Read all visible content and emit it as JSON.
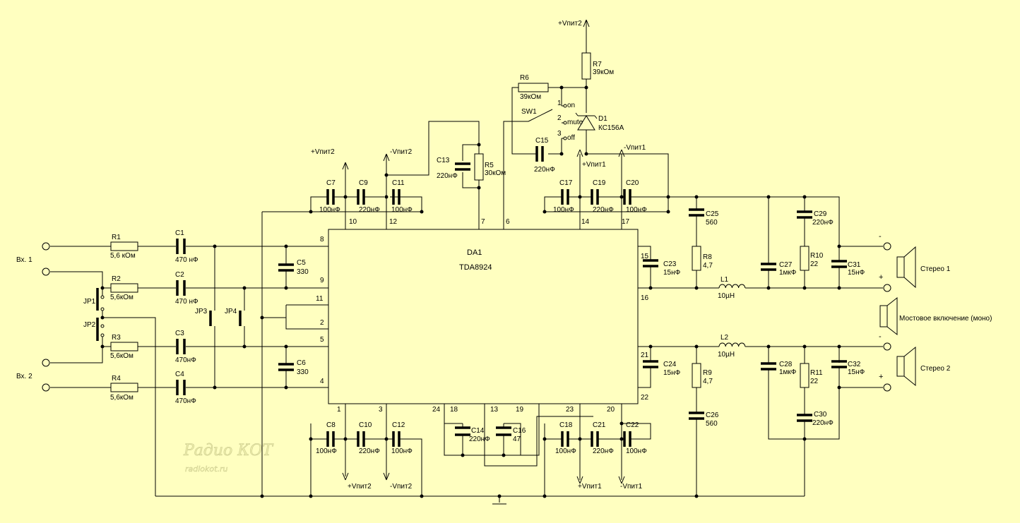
{
  "ic": {
    "ref": "DA1",
    "part": "TDA8924",
    "pins": {
      "p1": "1",
      "p2": "2",
      "p3": "3",
      "p4": "4",
      "p5": "5",
      "p6": "6",
      "p7": "7",
      "p8": "8",
      "p9": "9",
      "p10": "10",
      "p11": "11",
      "p12": "12",
      "p13": "13",
      "p14": "14",
      "p15": "15",
      "p16": "16",
      "p17": "17",
      "p18": "18",
      "p19": "19",
      "p20": "20",
      "p21": "21",
      "p22": "22",
      "p23": "23",
      "p24": "24"
    }
  },
  "inputs": {
    "in1": "Вх. 1",
    "in2": "Вх. 2"
  },
  "jumpers": {
    "jp1": "JP1",
    "jp2": "JP2",
    "jp3": "JP3",
    "jp4": "JP4"
  },
  "resistors": {
    "r1": {
      "ref": "R1",
      "value": "5,6 кОм"
    },
    "r2": {
      "ref": "R2",
      "value": "5,6кОм"
    },
    "r3": {
      "ref": "R3",
      "value": "5,6кОм"
    },
    "r4": {
      "ref": "R4",
      "value": "5,6кОм"
    },
    "r5": {
      "ref": "R5",
      "value": "30кОм"
    },
    "r6": {
      "ref": "R6",
      "value": "39кОм"
    },
    "r7": {
      "ref": "R7",
      "value": "39кОм"
    },
    "r8": {
      "ref": "R8",
      "value": "4,7"
    },
    "r9": {
      "ref": "R9",
      "value": "4,7"
    },
    "r10": {
      "ref": "R10",
      "value": "22"
    },
    "r11": {
      "ref": "R11",
      "value": "22"
    }
  },
  "capacitors": {
    "c1": {
      "ref": "C1",
      "value": "470 нФ"
    },
    "c2": {
      "ref": "C2",
      "value": "470 нФ"
    },
    "c3": {
      "ref": "C3",
      "value": "470нФ"
    },
    "c4": {
      "ref": "C4",
      "value": "470нФ"
    },
    "c5": {
      "ref": "C5",
      "value": "330"
    },
    "c6": {
      "ref": "C6",
      "value": "330"
    },
    "c7": {
      "ref": "C7",
      "value": "100нФ"
    },
    "c8": {
      "ref": "C8",
      "value": "100нФ"
    },
    "c9": {
      "ref": "C9",
      "value": "220нФ"
    },
    "c10": {
      "ref": "C10",
      "value": "220нФ"
    },
    "c11": {
      "ref": "C11",
      "value": "100нФ"
    },
    "c12": {
      "ref": "C12",
      "value": "100нФ"
    },
    "c13": {
      "ref": "C13",
      "value": "220нФ"
    },
    "c14": {
      "ref": "C14",
      "value": "220нФ"
    },
    "c15": {
      "ref": "C15",
      "value": "220нФ"
    },
    "c16": {
      "ref": "C16",
      "value": "47"
    },
    "c17": {
      "ref": "C17",
      "value": "100нФ"
    },
    "c18": {
      "ref": "C18",
      "value": "100нФ"
    },
    "c19": {
      "ref": "C19",
      "value": "220нФ"
    },
    "c20": {
      "ref": "C20",
      "value": "100нФ"
    },
    "c21": {
      "ref": "C21",
      "value": "220нФ"
    },
    "c22": {
      "ref": "C22",
      "value": "100нФ"
    },
    "c23": {
      "ref": "C23",
      "value": "15нФ"
    },
    "c24": {
      "ref": "C24",
      "value": "15нФ"
    },
    "c25": {
      "ref": "C25",
      "value": "560"
    },
    "c26": {
      "ref": "C26",
      "value": "560"
    },
    "c27": {
      "ref": "C27",
      "value": "1мкФ"
    },
    "c28": {
      "ref": "C28",
      "value": "1мкФ"
    },
    "c29": {
      "ref": "C29",
      "value": "220нФ"
    },
    "c30": {
      "ref": "C30",
      "value": "220нФ"
    },
    "c31": {
      "ref": "C31",
      "value": "15нФ"
    },
    "c32": {
      "ref": "C32",
      "value": "15нФ"
    }
  },
  "inductors": {
    "l1": {
      "ref": "L1",
      "value": "10µН"
    },
    "l2": {
      "ref": "L2",
      "value": "10µН"
    }
  },
  "diode": {
    "ref": "D1",
    "value": "КС156А"
  },
  "switch": {
    "ref": "SW1",
    "pos1": "1",
    "pos2": "2",
    "pos3": "3",
    "on": "on",
    "mute": "mute",
    "off": "off"
  },
  "rails": {
    "vp2": "+Vпит2",
    "vm2": "-Vпит2",
    "vp1": "+Vпит1",
    "vm1": "-Vпит1"
  },
  "outputs": {
    "stereo1": "Стерео 1",
    "stereo2": "Стерео 2",
    "bridge": "Мостовое включение (моно)",
    "minus": "-",
    "plus": "+"
  },
  "watermark": {
    "logo": "Радио КОТ",
    "site": "radiokot.ru"
  }
}
